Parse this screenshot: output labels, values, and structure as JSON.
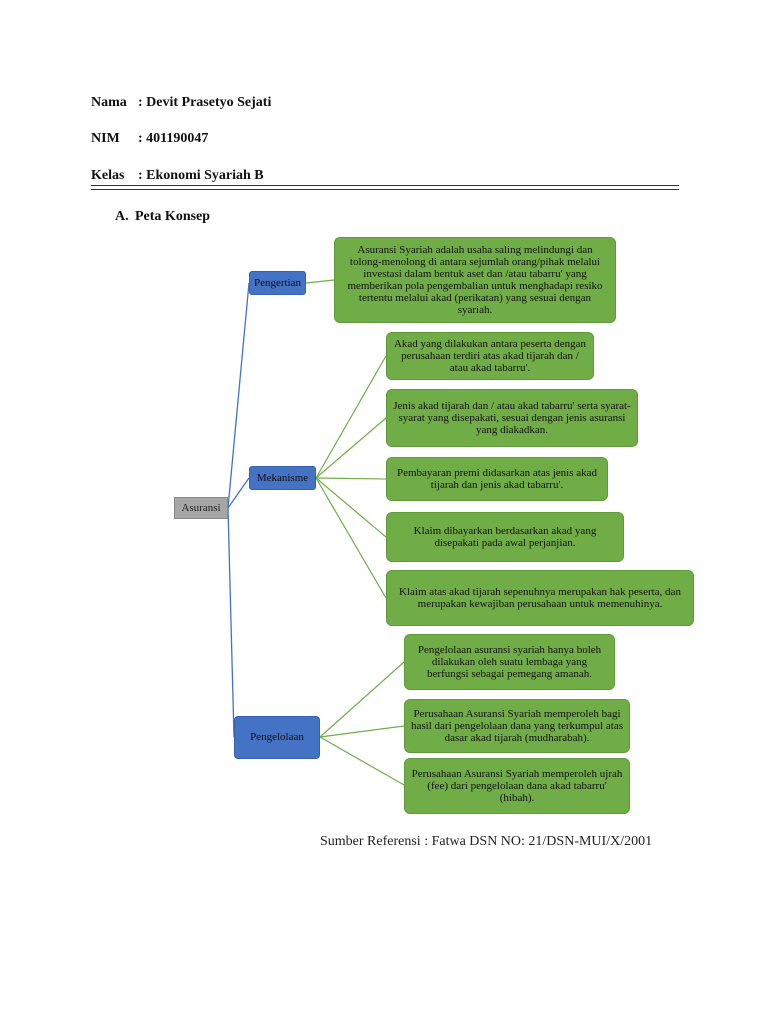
{
  "header": {
    "nama": {
      "label": "Nama",
      "value": ": Devit Prasetyo Sejati"
    },
    "nim": {
      "label": "NIM",
      "value": ": 401190047"
    },
    "kelas": {
      "label": "Kelas",
      "value": ": Ekonomi Syariah B"
    }
  },
  "section": {
    "number": "A.",
    "title": "Peta Konsep"
  },
  "map": {
    "root": "Asuransi",
    "pengertian": {
      "label": "Pengertian",
      "items": [
        "Asuransi Syariah adalah usaha saling melindungi dan tolong-menolong di antara sejumlah orang/pihak melalui investasi dalam bentuk aset dan /atau tabarru' yang memberikan pola pengembalian untuk menghadapi resiko tertentu melalui akad (perikatan) yang sesuai dengan syariah."
      ]
    },
    "mekanisme": {
      "label": "Mekanisme",
      "items": [
        "Akad yang dilakukan antara peserta dengan perusahaan terdiri atas akad tijarah dan / atau akad tabarru'.",
        "Jenis akad tijarah dan / atau akad tabarru' serta syarat-syarat yang disepakati, sesuai dengan jenis asuransi yang diakadkan.",
        "Pembayaran premi didasarkan atas jenis akad tijarah dan jenis akad tabarru'.",
        "Klaim dibayarkan berdasarkan akad yang disepakati pada awal perjanjian.",
        "Klaim atas akad tijarah sepenuhnya merupakan hak peserta, dan merupakan kewajiban perusahaan untuk memenuhinya."
      ]
    },
    "pengelolaan": {
      "label": "Pengelolaan",
      "items": [
        "Pengelolaan asuransi syariah hanya boleh dilakukan oleh suatu lembaga yang berfungsi sebagai pemegang amanah.",
        "Perusahaan Asuransi Syariah memperoleh bagi hasil dari pengelolaan dana yang terkumpul atas dasar akad tijarah (mudharabah).",
        "Perusahaan Asuransi Syariah memperoleh ujrah (fee) dari pengelolaan dana akad tabarru' (hibah)."
      ]
    }
  },
  "source": "Sumber Referensi : Fatwa DSN NO: 21/DSN-MUI/X/2001",
  "colors": {
    "blue": "#4472c4",
    "green": "#70ad47",
    "gray": "#a6a6a6",
    "line_blue": "#4472c4",
    "line_green": "#70ad47"
  }
}
